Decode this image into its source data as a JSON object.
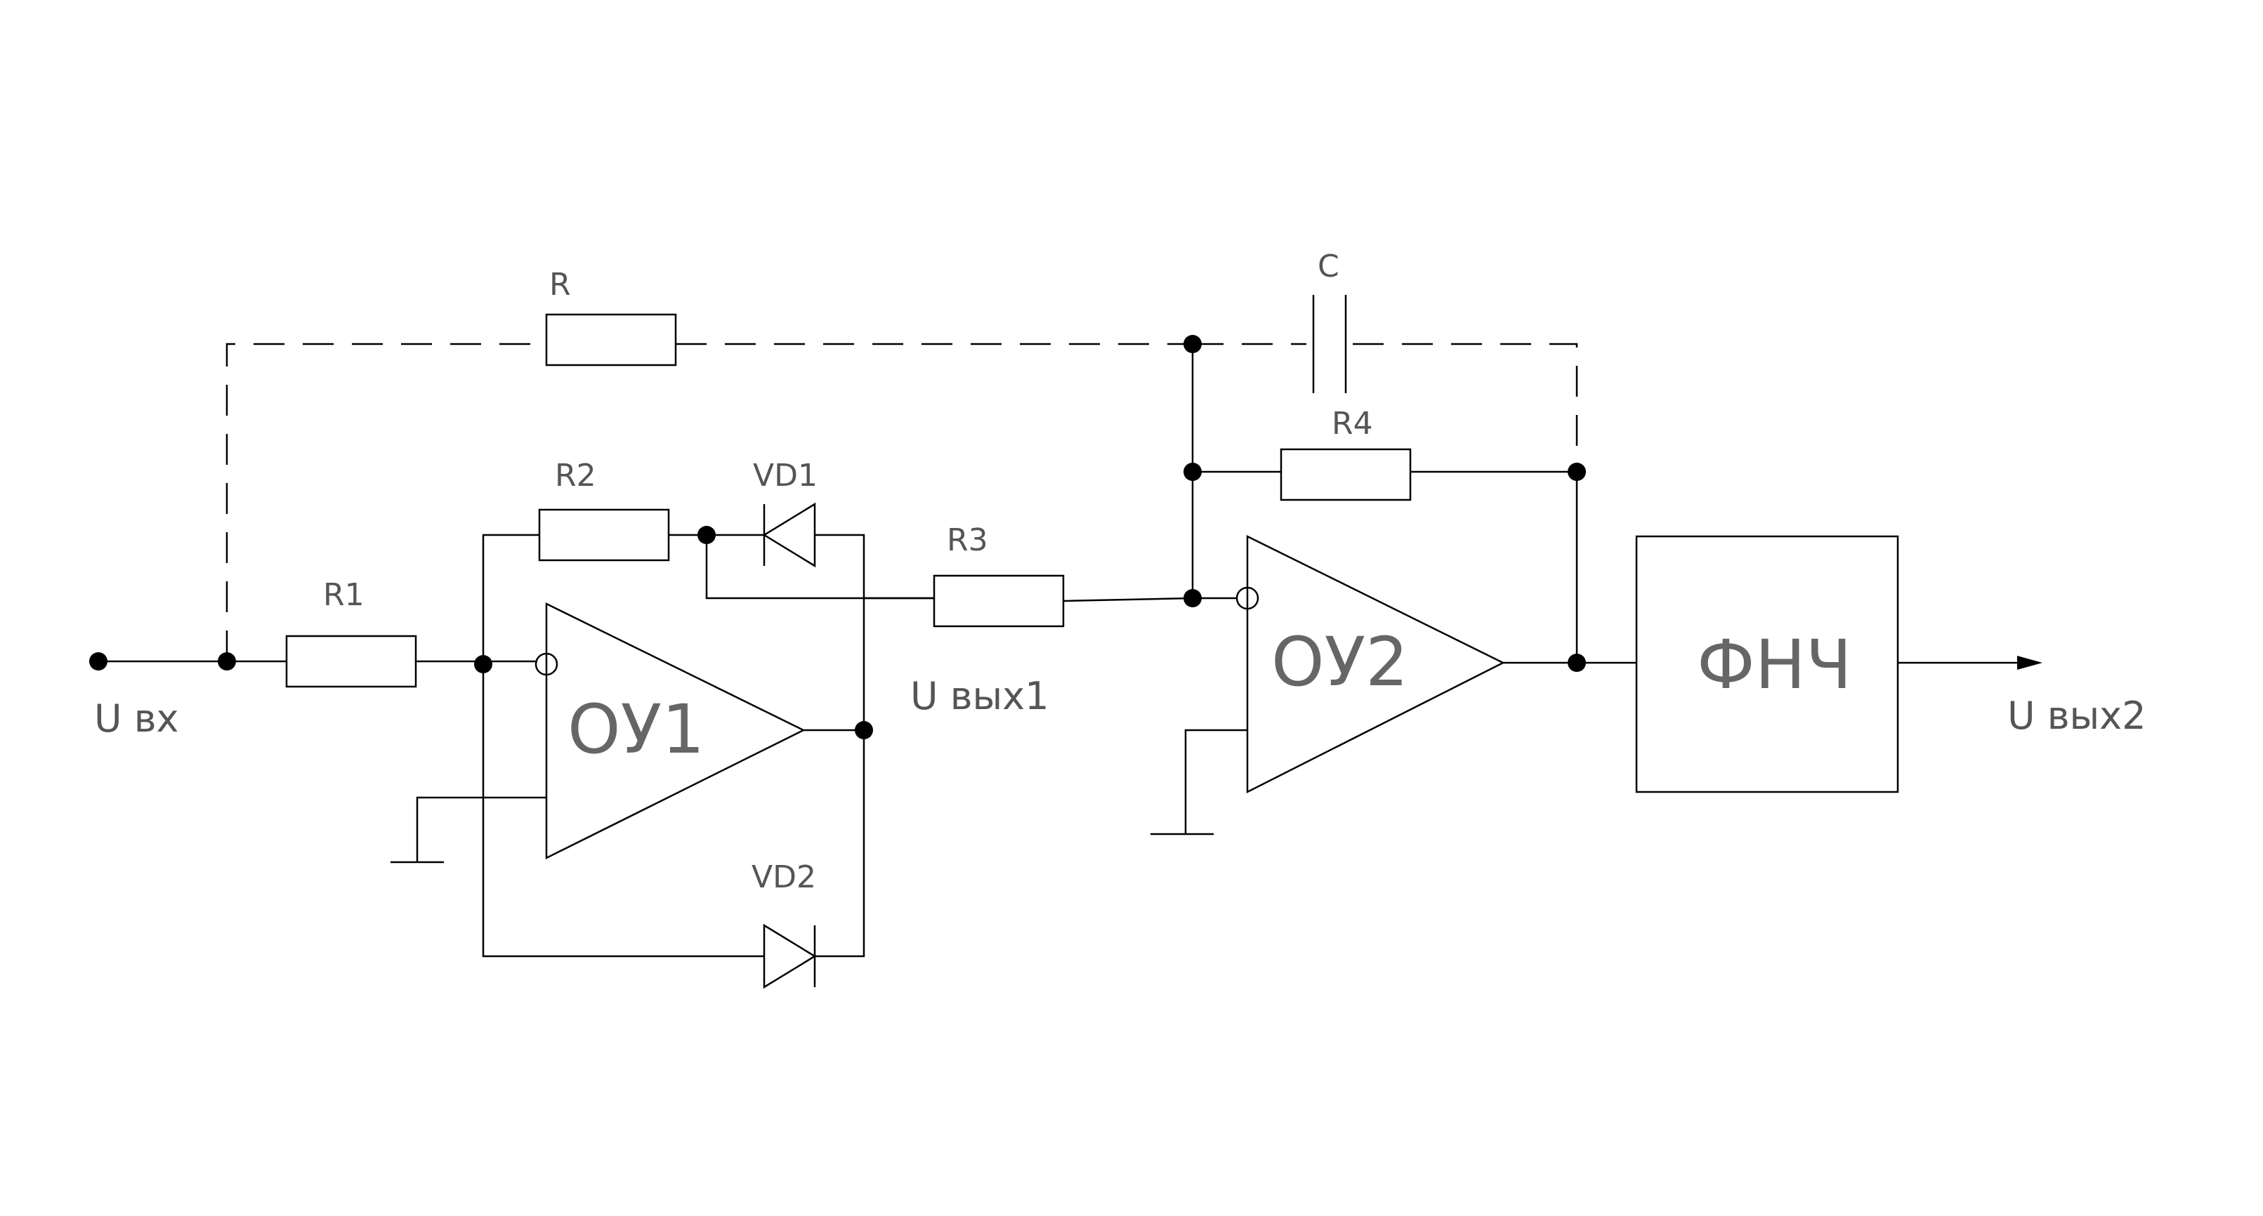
{
  "colors": {
    "line": "#000000",
    "label": "#555555",
    "background": "#ffffff"
  },
  "components": {
    "R": "R",
    "C": "C",
    "R1": "R1",
    "R2": "R2",
    "R3": "R3",
    "R4": "R4",
    "VD1": "VD1",
    "VD2": "VD2",
    "OU1": "ОУ1",
    "OU2": "ОУ2",
    "filter": "ФНЧ"
  },
  "signals": {
    "input": "U вх",
    "output1": "U вых1",
    "output2": "U вых2"
  }
}
